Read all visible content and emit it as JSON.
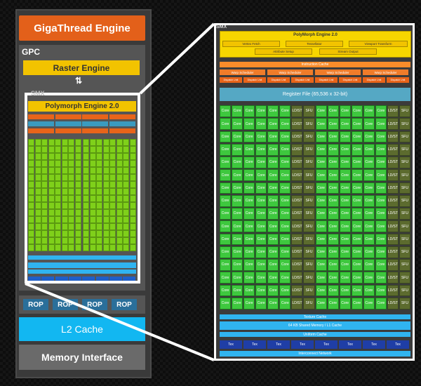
{
  "gpu": {
    "gigathread": "GigaThread Engine",
    "gpc_label": "GPC",
    "raster_engine": "Raster Engine",
    "mini_smx_label": "SMX",
    "mini_polymorph": "Polymorph Engine 2.0",
    "rop_labels": [
      "ROP",
      "ROP",
      "ROP",
      "ROP"
    ],
    "l2_cache": "L2 Cache",
    "memory_interface": "Memory Interface"
  },
  "smx": {
    "label": "SMX",
    "polymorph_title": "PolyMorph Engine 2.0",
    "polymorph_items": [
      "Vertex Fetch",
      "Tessellator",
      "Viewport Transform",
      "Attribute Setup",
      "Stream Output"
    ],
    "instruction_cache": "Instruction Cache",
    "warp_schedulers": [
      "Warp Scheduler",
      "Warp Scheduler",
      "Warp Scheduler",
      "Warp Scheduler"
    ],
    "dispatch_units": [
      "Dispatch Unit",
      "Dispatch Unit",
      "Dispatch Unit",
      "Dispatch Unit",
      "Dispatch Unit",
      "Dispatch Unit",
      "Dispatch Unit",
      "Dispatch Unit"
    ],
    "register_file": "Register File (65,536 x 32-bit)",
    "row_pattern": [
      "Core",
      "Core",
      "Core",
      "Core",
      "Core",
      "Core",
      "LD/ST",
      "SFU",
      "Core",
      "Core",
      "Core",
      "Core",
      "Core",
      "Core",
      "LD/ST",
      "SFU"
    ],
    "row_count": 16,
    "texture_cache": "Texture Cache",
    "shared_memory": "64 KB Shared Memory / L1 Cache",
    "uniform_cache": "Uniform Cache",
    "tex_units": [
      "Tex",
      "Tex",
      "Tex",
      "Tex",
      "Tex",
      "Tex",
      "Tex",
      "Tex"
    ],
    "interconnect": "Interconnect Network"
  },
  "colors": {
    "gigathread": "#e3601a",
    "raster": "#f2c300",
    "core": "#3ec83e",
    "l2": "#12b7f1"
  }
}
